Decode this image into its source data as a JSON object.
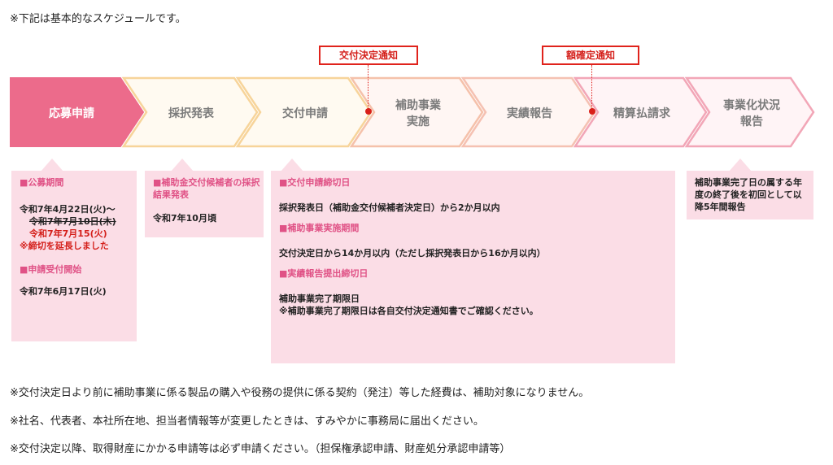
{
  "top_note": "※下記は基本的なスケジュールです。",
  "callouts": {
    "kofu_ketteitsuchi": "交付決定通知",
    "gaku_kakutei_tsuchi": "額確定通知"
  },
  "steps": [
    {
      "label": "応募申請",
      "active": true
    },
    {
      "label": "採択発表",
      "active": false
    },
    {
      "label": "交付申請",
      "active": false
    },
    {
      "label": "補助事業\n実施",
      "active": false
    },
    {
      "label": "実績報告",
      "active": false
    },
    {
      "label": "精算払請求",
      "active": false
    },
    {
      "label": "事業化状況\n報告",
      "active": false
    }
  ],
  "colors": {
    "active_fill": "#ec6b8b",
    "pale_border": "#f7d49a",
    "pink_border": "#f2a6b7",
    "box_bg": "#fbdde6",
    "accent_red": "#d41f1a",
    "heading_pink": "#e05286"
  },
  "box1": {
    "heading1": "■公募期間",
    "line1": "令和7年4月22日(火)～",
    "line2": "令和7年7月10日(木)",
    "line3": "令和7年7月15(火)",
    "line4": "※締切を延長しました",
    "heading2": "■申請受付開始",
    "line5": "令和7年6月17日(火)"
  },
  "box2": {
    "heading": "■補助金交付候補者の採択結果発表",
    "line1": "令和7年10月頃"
  },
  "box3": {
    "heading1": "■交付申請締切日",
    "line1": "採択発表日（補助金交付候補者決定日）から2か月以内",
    "heading2": "■補助事業実施期間",
    "line2": "交付決定日から14か月以内（ただし採択発表日から16か月以内）",
    "heading3": "■実績報告提出締切日",
    "line3": "補助事業完了期限日",
    "line4": "※補助事業完了期限日は各自交付決定通知書でご確認ください。"
  },
  "box4": {
    "text": "補助事業完了日の属する年度の終了後を初回として以降5年間報告"
  },
  "footnotes": [
    "※交付決定日より前に補助事業に係る製品の購入や役務の提供に係る契約（発注）等した経費は、補助対象になりません。",
    "※社名、代表者、本社所在地、担当者情報等が変更したときは、すみやかに事務局に届出ください。",
    "※交付決定以降、取得財産にかかる申請等は必ず申請ください。（担保権承認申請、財産処分承認申請等）"
  ]
}
